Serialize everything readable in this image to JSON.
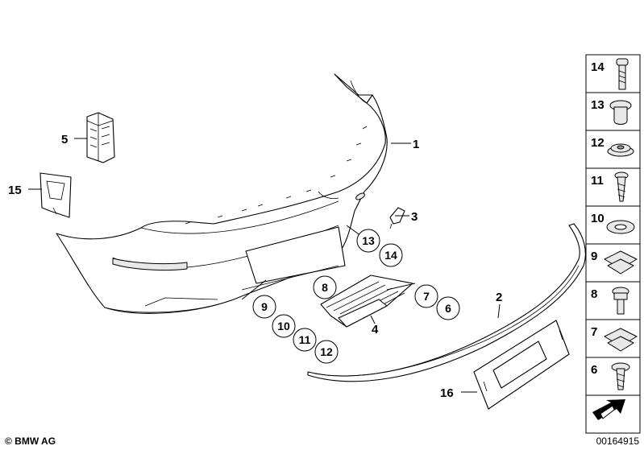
{
  "callouts": {
    "p1": "1",
    "p2": "2",
    "p3": "3",
    "p4": "4",
    "p5": "5",
    "p15": "15",
    "p16": "16"
  },
  "circled_callouts": {
    "c13": "13",
    "c14": "14",
    "c8": "8",
    "c7": "7",
    "c6": "6",
    "c9": "9",
    "c10": "10",
    "c11": "11",
    "c12": "12"
  },
  "parts_index": [
    "14",
    "13",
    "12",
    "11",
    "10",
    "9",
    "8",
    "7",
    "6"
  ],
  "footer": {
    "copyright": "© BMW AG",
    "diagram_number": "00164915"
  }
}
